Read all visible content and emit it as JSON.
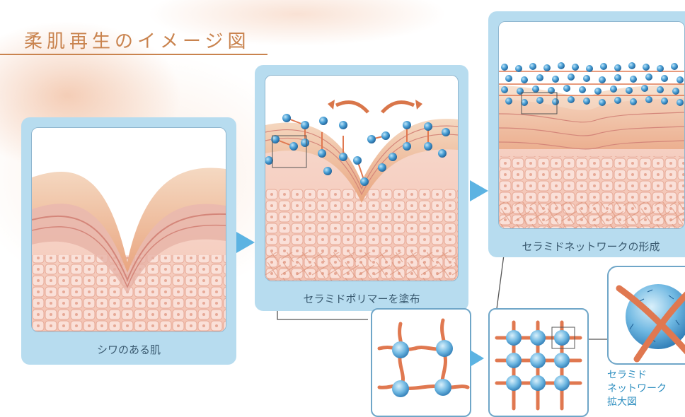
{
  "title": "柔肌再生のイメージ図",
  "panels": [
    {
      "caption": "シワのある肌"
    },
    {
      "caption": "セラミドポリマーを塗布"
    },
    {
      "caption": "セラミドネットワークの形成"
    }
  ],
  "detail_caption": [
    "セラミド",
    "ネットワーク",
    "拡大図"
  ],
  "colors": {
    "title": "#c9834e",
    "panel_frame": "#b7dcef",
    "molecule": "#3f8fc6",
    "fiber": "#e07850",
    "arrow": "#d9764a",
    "skin_top": "#f3c8a8",
    "skin_cells": "#f6d3c6"
  }
}
